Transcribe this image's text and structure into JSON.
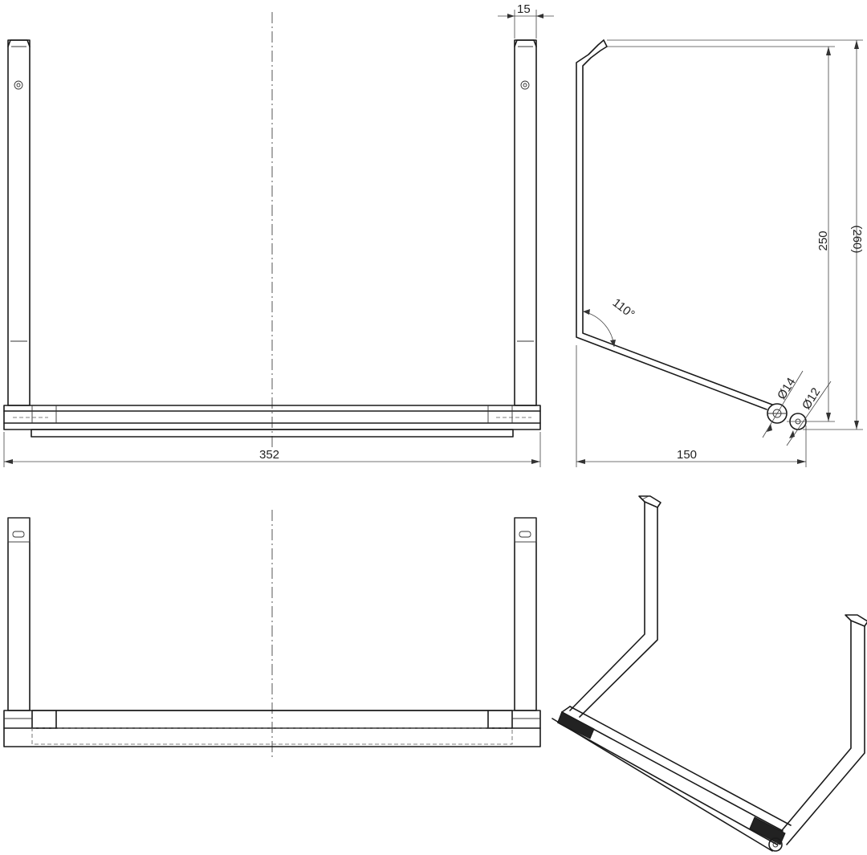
{
  "dimensions": {
    "post_width": "15",
    "overall_width": "352",
    "height": "250",
    "height_overall": "(260)",
    "depth": "150",
    "angle": "110°",
    "dia_outer": "Ø14",
    "dia_inner": "Ø12"
  },
  "views": [
    "front-view",
    "side-view",
    "top-view",
    "isometric-view"
  ],
  "colors": {
    "line": "#1a1a1a",
    "background": "#ffffff"
  }
}
